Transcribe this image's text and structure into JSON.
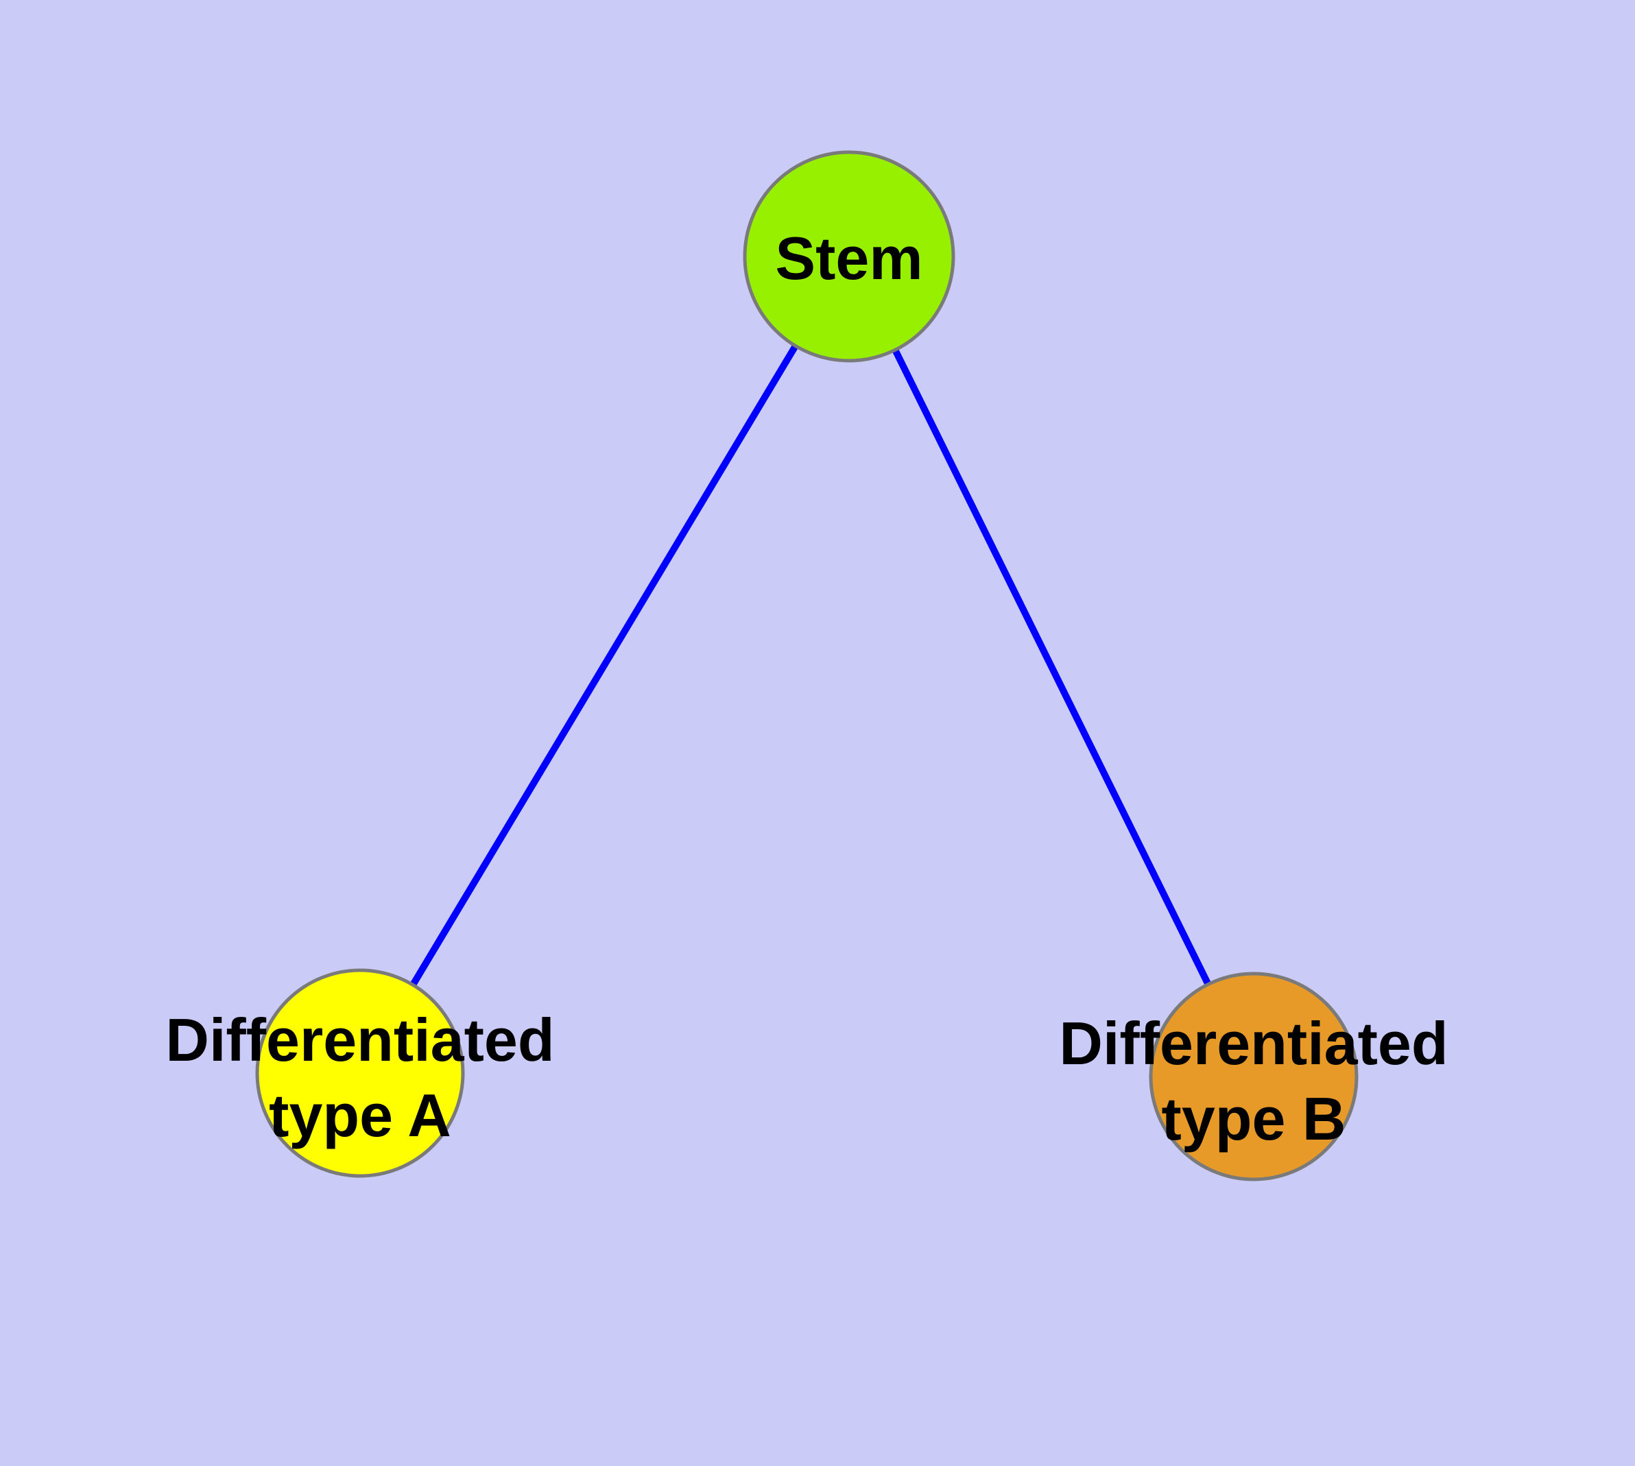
{
  "canvas": {
    "background": "#CBCBF8",
    "top_border": "#FFFFFF"
  },
  "graph": {
    "edge_color": "#0000FF",
    "node_border_color": "#7A7A7A",
    "text_color": "#000000",
    "nodes": [
      {
        "id": "stem",
        "label": "Stem",
        "color": "#97F000"
      },
      {
        "id": "differentiated-type-a",
        "label": "Differentiated type A",
        "label_line1": "Differentiated",
        "label_line2": "type A",
        "color": "#FFFF00"
      },
      {
        "id": "differentiated-type-b",
        "label": "Differentiated type B",
        "label_line1": "Differentiated",
        "label_line2": "type B",
        "color": "#E89A28"
      }
    ],
    "edges": [
      {
        "from": "Stem",
        "to": "Differentiated type A"
      },
      {
        "from": "Stem",
        "to": "Differentiated type B"
      }
    ]
  }
}
